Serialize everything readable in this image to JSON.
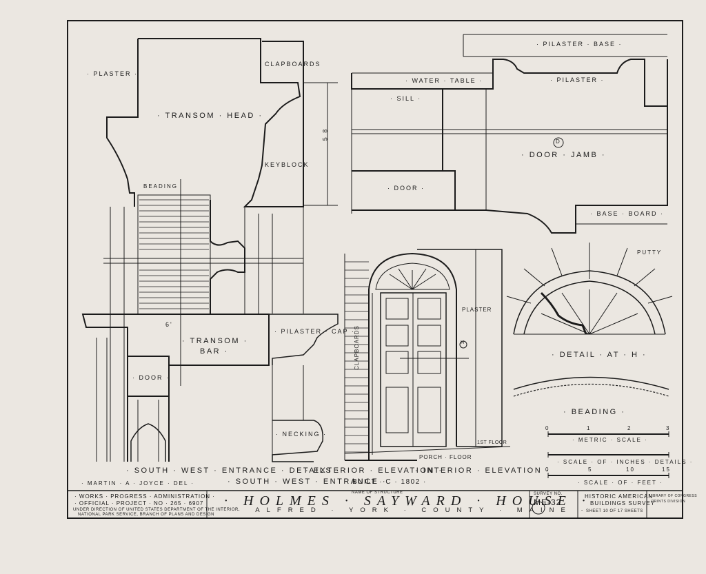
{
  "labels": {
    "plaster_tl": "· PLASTER ·",
    "clapboards_top": "CLAPBOARDS",
    "transom_head": "· TRANSOM · HEAD ·",
    "keyblock": "KEYBLOCK",
    "beading_small": "BEADING",
    "transom_bar_1": "· TRANSOM ·",
    "transom_bar_2": "BAR ·",
    "door_left": "· DOOR ·",
    "pilaster_cap": "· PILASTER · CAP ·",
    "necking": "· NECKING ·",
    "dim_58": "5 8",
    "dim_6": "6'",
    "pilaster_base": "· PILASTER · BASE ·",
    "water_table": "· WATER · TABLE ·",
    "pilaster": "· PILASTER ·",
    "sill": "· SILL ·",
    "door_jamb": "· DOOR · JAMB ·",
    "door_right": "· DOOR ·",
    "base_board": "· BASE · BOARD ·",
    "callout_d": "D",
    "callout_h": "H",
    "putty": "PUTTY",
    "plaster_mid": "PLASTER",
    "clapboards_mid": "CLAPBOARDS",
    "first_floor": "1ST FLOOR",
    "porch_floor": "PORCH · FLOOR",
    "detail_at_h": "· DETAIL · AT · H ·",
    "beading_big": "· BEADING ·"
  },
  "captions": {
    "sw_details": "· SOUTH · WEST · ENTRANCE · DETAILS ·",
    "exterior": "· EXTERIOR · ELEVATION ·",
    "interior": "· INTERIOR · ELEVATION ·",
    "sw_entrance": "· SOUTH · WEST · ENTRANCE ·",
    "built": "· BUILT · C · 1802 ·",
    "delineator": "· MARTIN · A · JOYCE · DEL ·"
  },
  "scales": {
    "metric_label": "· METRIC · SCALE ·",
    "metric_ticks": [
      "0",
      "1",
      "2",
      "3"
    ],
    "inches_label": "· SCALE · OF · INCHES · DETAILS ·",
    "inches_ticks": [
      "0",
      "5",
      "10",
      "15"
    ],
    "feet_label": "· SCALE · OF · FEET ·"
  },
  "title_block": {
    "wpa_1": "· WORKS · PROGRESS · ADMINISTRATION ·",
    "wpa_2": "· OFFICIAL · PROJECT · NO · 265 · 6907 ·",
    "wpa_3": "UNDER DIRECTION OF UNITED STATES DEPARTMENT OF THE INTERIOR",
    "wpa_4": "NATIONAL PARK SERVICE, BRANCH OF PLANS AND DESIGN",
    "name_label": "NAME OF STRUCTURE",
    "name": "· HOLMES · SAYWARD · HOUSE ·",
    "location": "· ALFRED · YORK · COUNTY · MAINE ·",
    "survey_label": "SURVEY NO.",
    "survey_no": "ME-32",
    "habs_1": "HISTORIC AMERICAN",
    "habs_2": "BUILDINGS SURVEY",
    "sheet": "SHEET 10 OF 17 SHEETS",
    "loc_1": "LIBRARY OF CONGRESS",
    "loc_2": "PRINTS DIVISION"
  },
  "colors": {
    "paper": "#ebe7e1",
    "ink": "#1b1b1b"
  }
}
